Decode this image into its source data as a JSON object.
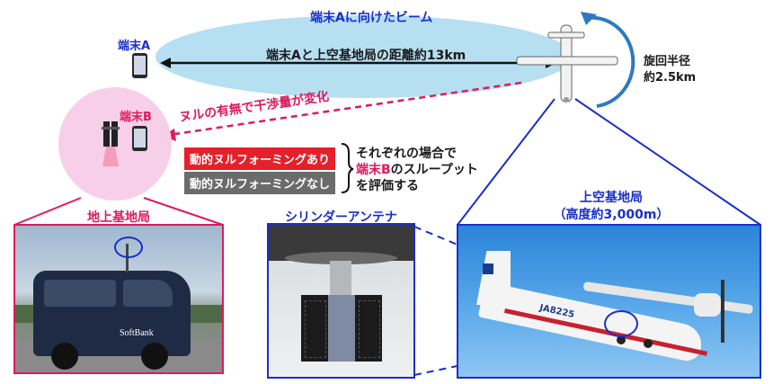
{
  "beam_label": "端末Aに向けたビーム",
  "terminal_a": "端末A",
  "distance_label": "端末Aと上空基地局の距離約13km",
  "turn_radius_line1": "旋回半径",
  "turn_radius_line2": "約2.5km",
  "null_change_label": "ヌルの有無で干渉量が変化",
  "terminal_b": "端末B",
  "tag_with_null": "動的ヌルフォーミングあり",
  "tag_without_null": "動的ヌルフォーミングなし",
  "eval_line1": "それぞれの場合で",
  "eval_line2_highlight": "端末B",
  "eval_line2_rest": "のスループット",
  "eval_line3": "を評価する",
  "ground_station_title": "地上基地局",
  "cylinder_antenna_title": "シリンダーアンテナ",
  "aerial_station_title_line1": "上空基地局",
  "aerial_station_title_line2": "（高度約3,000m）",
  "van_logo": "SoftBank",
  "plane_registration": "JA8225",
  "colors": {
    "beam_fill": "#b6dff2",
    "pink_accent": "#e0195c",
    "pink_circle": "#f8cfe9",
    "navy": "#1a2fc9",
    "red_tag": "#e5202a",
    "gray_tag": "#6b6b6b",
    "turn_arrow": "#2e79c0"
  }
}
